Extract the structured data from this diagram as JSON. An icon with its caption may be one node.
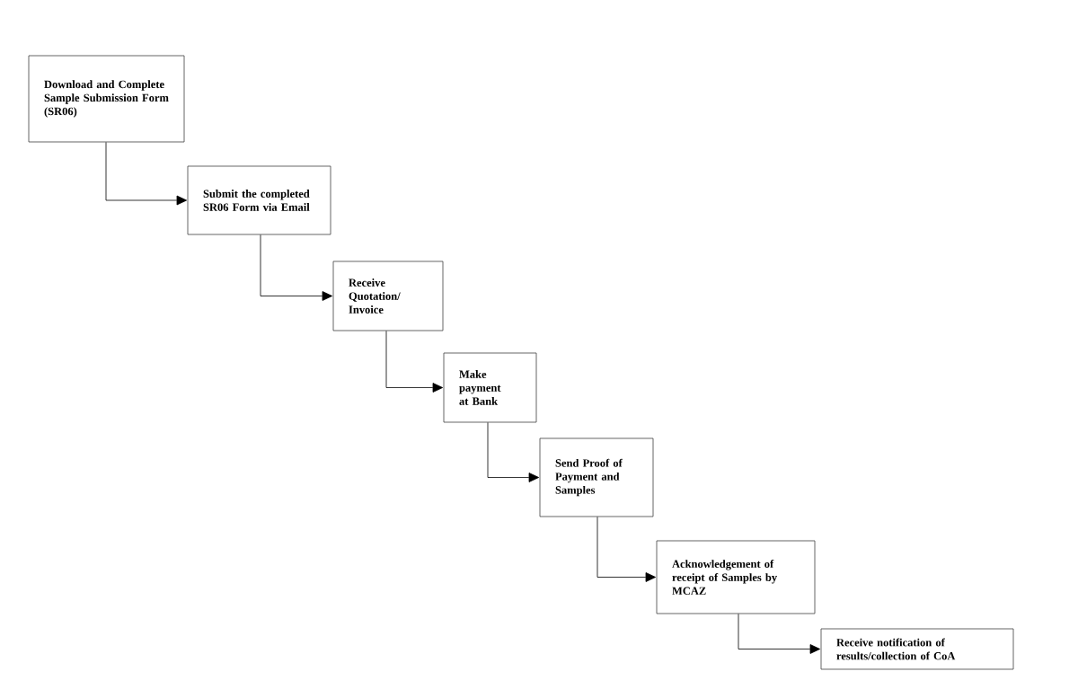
{
  "diagram": {
    "nodes": [
      {
        "text": [
          "Download and Complete Sample Submission Form (SR06)"
        ]
      },
      {
        "text": [
          "Submit the completed SR06 Form via Email"
        ]
      },
      {
        "text": [
          "Receive Quotation/ Invoice"
        ]
      },
      {
        "text": [
          "Make payment at Bank"
        ]
      },
      {
        "text": [
          "Send Proof of Payment and Samples"
        ]
      },
      {
        "text": [
          "Acknowledgement of receipt of Samples by MCAZ"
        ]
      },
      {
        "text": [
          "Receive notification of results/collection of CoA"
        ]
      }
    ],
    "edges": [
      {
        "from": 0,
        "to": 1,
        "arrow": "to"
      },
      {
        "from": 1,
        "to": 2,
        "arrow": "to"
      },
      {
        "from": 2,
        "to": 3,
        "arrow": "to"
      },
      {
        "from": 3,
        "to": 4,
        "arrow": "to"
      },
      {
        "from": 4,
        "to": 5,
        "arrow": "to"
      },
      {
        "from": 5,
        "to": 6,
        "arrow": "to"
      }
    ]
  }
}
